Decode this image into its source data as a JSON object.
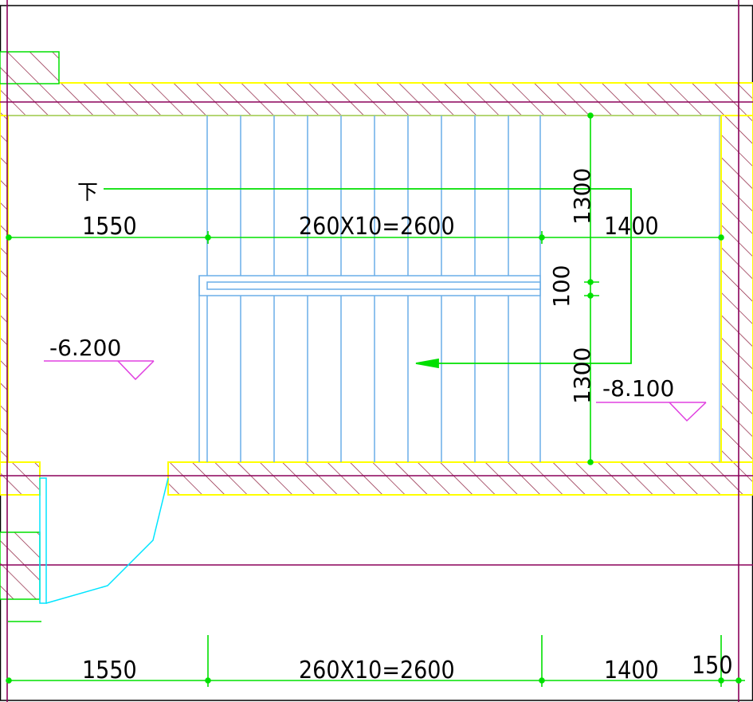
{
  "colors": {
    "wall_outline": "#ffff00",
    "wall_hatch": "#8b1a3a",
    "axis_line": "#8b005a",
    "dimension": "#00e000",
    "stair": "#6aaee8",
    "door": "#00e5ff",
    "elevation_marker": "#e040e0",
    "text": "#000000"
  },
  "top_dimensions": {
    "left": "1550",
    "middle": "260X10=2600",
    "right": "1400"
  },
  "bottom_dimensions": {
    "left": "1550",
    "middle": "260X10=2600",
    "right": "1400",
    "end": "150"
  },
  "vertical_dimensions": {
    "upper": "1300",
    "landing": "100",
    "lower": "1300"
  },
  "elevations": {
    "left": "-6.200",
    "right": "-8.100"
  },
  "direction_label": "下"
}
